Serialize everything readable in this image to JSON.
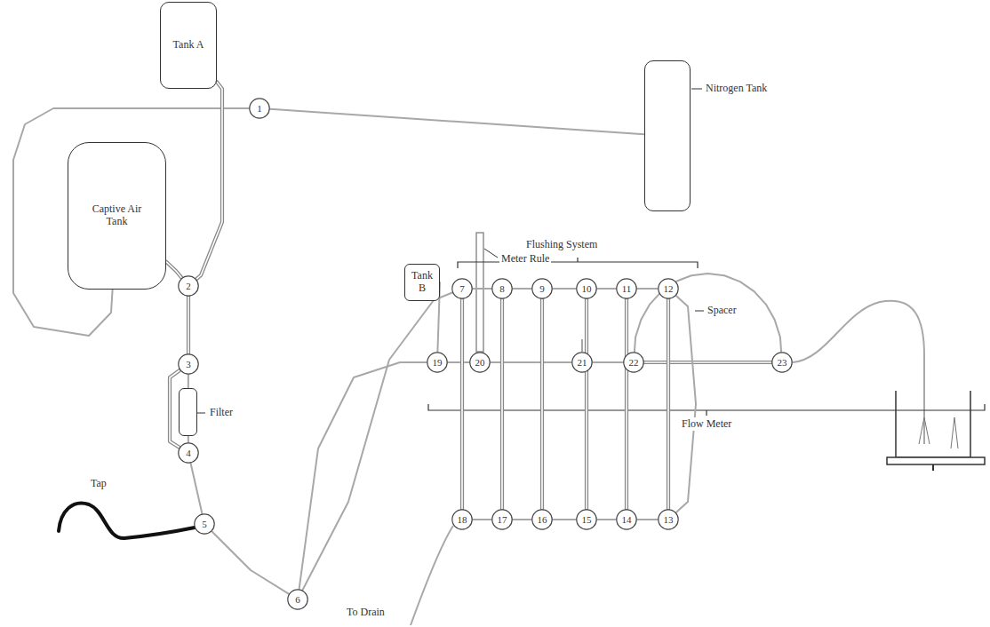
{
  "diagram": {
    "nodes": [
      {
        "text": [
          "Tank A"
        ]
      },
      {
        "text": [
          "1"
        ]
      },
      {
        "text": [
          "Nitrogen Tank"
        ]
      },
      {
        "text": [
          "Captive Air Tank"
        ]
      },
      {
        "text": [
          "2"
        ]
      },
      {
        "text": [
          "3"
        ]
      },
      {
        "text": [
          "Filter"
        ]
      },
      {
        "text": [
          "4"
        ]
      },
      {
        "text": [
          "Tank B"
        ]
      },
      {
        "text": [
          "19"
        ]
      },
      {
        "text": [
          "20"
        ]
      },
      {
        "text": [
          "21"
        ]
      },
      {
        "text": [
          "22"
        ]
      },
      {
        "text": [
          "23"
        ]
      },
      {
        "text": [
          "5"
        ]
      },
      {
        "text": [
          "6"
        ]
      },
      {
        "text": [
          "7"
        ]
      },
      {
        "text": [
          "8"
        ]
      },
      {
        "text": [
          "9"
        ]
      },
      {
        "text": [
          "10"
        ]
      },
      {
        "text": [
          "11"
        ]
      },
      {
        "text": [
          "12"
        ]
      },
      {
        "text": [
          "18"
        ]
      },
      {
        "text": [
          "17"
        ]
      },
      {
        "text": [
          "16"
        ]
      },
      {
        "text": [
          "15"
        ]
      },
      {
        "text": [
          "14"
        ]
      },
      {
        "text": [
          "13"
        ]
      }
    ],
    "edges": [
      {
        "from": 1,
        "to": 2,
        "arrow": "none"
      },
      {
        "from": 1,
        "to": 3,
        "arrow": "none"
      },
      {
        "from": 0,
        "to": 4,
        "arrow": "none"
      },
      {
        "from": 3,
        "to": 4,
        "arrow": "none"
      },
      {
        "from": 4,
        "to": 5,
        "arrow": "none"
      },
      {
        "from": 5,
        "to": 6,
        "arrow": "none"
      },
      {
        "from": 6,
        "to": 7,
        "arrow": "none"
      },
      {
        "from": 5,
        "to": 7,
        "arrow": "none"
      },
      {
        "from": 7,
        "to": 14,
        "arrow": "none"
      },
      {
        "from": 14,
        "to": 15,
        "arrow": "none"
      },
      {
        "from": 15,
        "to": 16,
        "arrow": "none"
      },
      {
        "from": 15,
        "to": 9,
        "arrow": "none"
      },
      {
        "from": 9,
        "to": 8,
        "arrow": "none"
      },
      {
        "from": 9,
        "to": 10,
        "arrow": "none"
      },
      {
        "from": 10,
        "to": 11,
        "arrow": "none"
      },
      {
        "from": 11,
        "to": 12,
        "arrow": "none"
      },
      {
        "from": 12,
        "to": 13,
        "arrow": "none"
      },
      {
        "from": 12,
        "to": 13,
        "arrow": "none"
      },
      {
        "from": 16,
        "to": 17,
        "arrow": "none"
      },
      {
        "from": 17,
        "to": 18,
        "arrow": "none"
      },
      {
        "from": 18,
        "to": 19,
        "arrow": "none"
      },
      {
        "from": 19,
        "to": 20,
        "arrow": "none"
      },
      {
        "from": 20,
        "to": 21,
        "arrow": "none"
      },
      {
        "from": 22,
        "to": 23,
        "arrow": "none"
      },
      {
        "from": 23,
        "to": 24,
        "arrow": "none"
      },
      {
        "from": 24,
        "to": 25,
        "arrow": "none"
      },
      {
        "from": 25,
        "to": 26,
        "arrow": "none"
      },
      {
        "from": 26,
        "to": 27,
        "arrow": "none"
      },
      {
        "from": 16,
        "to": 22,
        "arrow": "none"
      },
      {
        "from": 17,
        "to": 23,
        "arrow": "none"
      },
      {
        "from": 18,
        "to": 24,
        "arrow": "none"
      },
      {
        "from": 19,
        "to": 25,
        "arrow": "none"
      },
      {
        "from": 20,
        "to": 26,
        "arrow": "none"
      },
      {
        "from": 21,
        "to": 27,
        "arrow": "none"
      },
      {
        "from": 21,
        "to": 27,
        "arrow": "none"
      }
    ],
    "labels": [
      "Tap",
      "To Drain",
      "Flushing System",
      "Spacer",
      "Meter Rule",
      "Flow Meter"
    ]
  }
}
